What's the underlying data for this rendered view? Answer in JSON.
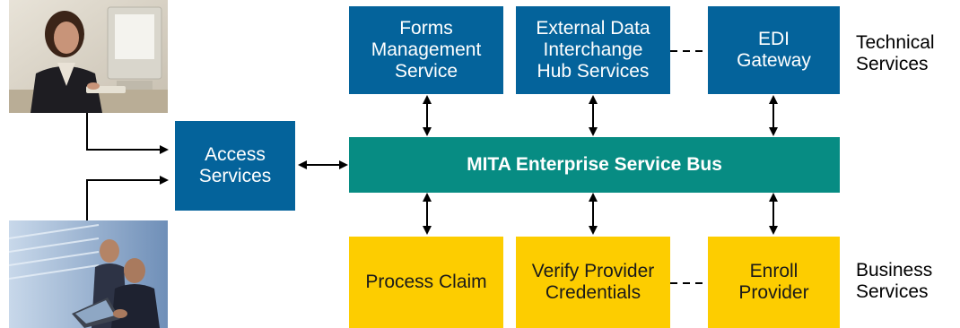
{
  "technical_services": [
    {
      "name": "forms-management-service",
      "label": "Forms\nManagement\nService"
    },
    {
      "name": "external-data-interchange-hub-services",
      "label": "External Data\nInterchange\nHub Services"
    },
    {
      "name": "edi-gateway",
      "label": "EDI\nGateway"
    }
  ],
  "business_services": [
    {
      "name": "process-claim",
      "label": "Process Claim"
    },
    {
      "name": "verify-provider-credentials",
      "label": "Verify Provider\nCredentials"
    },
    {
      "name": "enroll-provider",
      "label": "Enroll\nProvider"
    }
  ],
  "access_services": {
    "label": "Access\nServices"
  },
  "service_bus": {
    "label": "MITA Enterprise Service Bus"
  },
  "labels": {
    "technical": "Technical\nServices",
    "business": "Business\nServices"
  },
  "colors": {
    "technical_box": "#04639b",
    "business_box": "#fdcd00",
    "service_bus": "#078c83"
  },
  "images": {
    "top_photo": "woman-at-computer-photo",
    "bottom_photo": "businessmen-at-laptop-photo"
  }
}
